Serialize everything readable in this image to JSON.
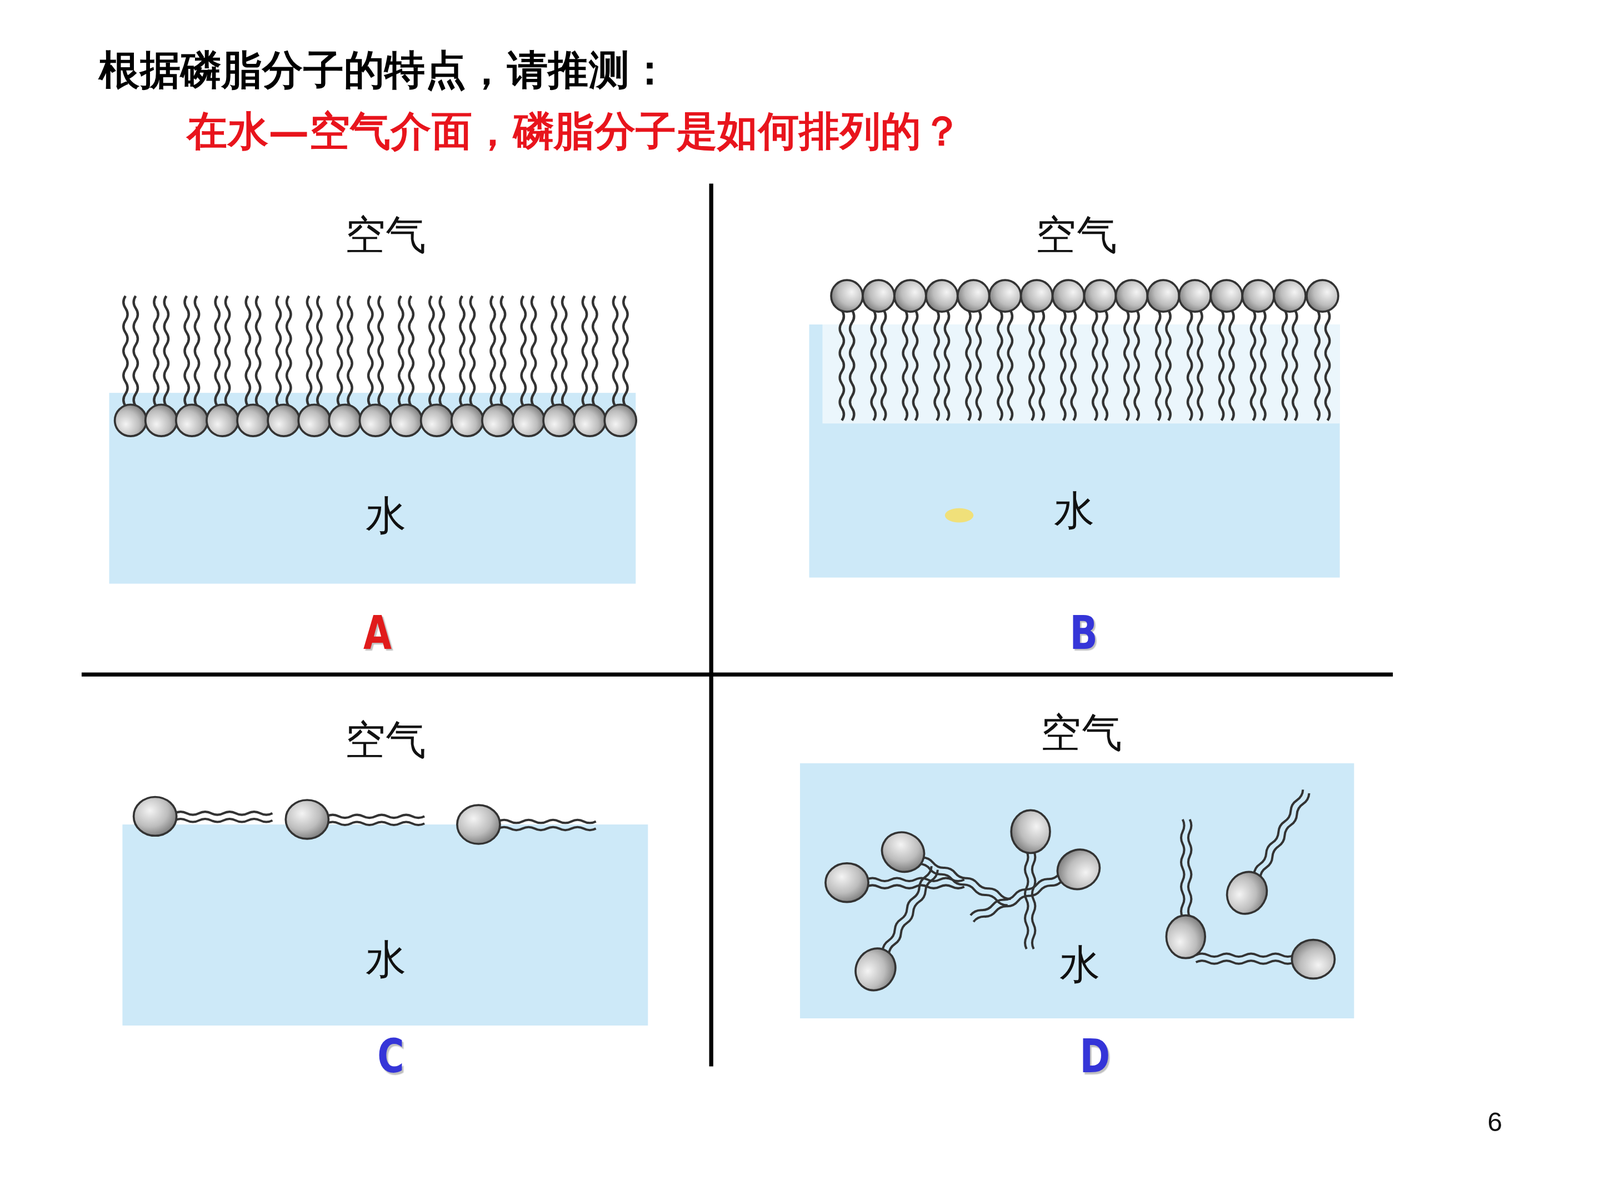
{
  "diagram": {
    "title": "根据磷脂分子的特点，请推测：",
    "nodes": [
      {
        "text": [
          "水"
        ]
      },
      {
        "text": [
          "水"
        ]
      },
      {
        "text": [
          "水"
        ]
      },
      {
        "text": [
          "水"
        ]
      }
    ],
    "labels": [
      "在水—空气介面，磷脂分子是如何排列的？",
      "空气",
      "A",
      "空气",
      "B",
      "空气",
      "C",
      "空气",
      "D",
      "6"
    ]
  }
}
